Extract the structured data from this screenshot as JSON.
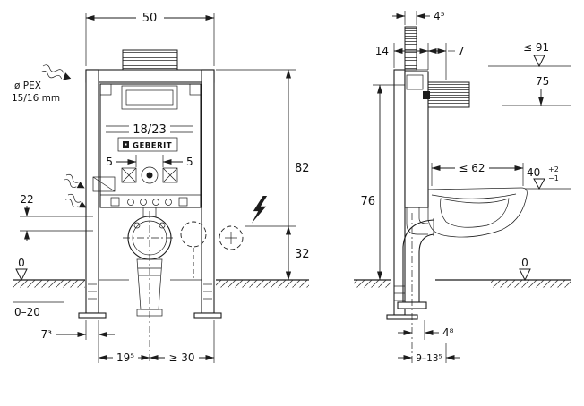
{
  "figure": {
    "kind": "technical installation drawing",
    "unit_hint": "cm",
    "brand": "GEBERIT"
  },
  "front_view": {
    "frame_width": "50",
    "supply_label_1": "ø PEX",
    "supply_label_2": "15/16 mm",
    "cistern_marking": "18/23",
    "brand": "GEBERIT",
    "fixing_offset_left": "5",
    "fixing_offset_right": "5",
    "supply_height": "22",
    "level_zero": "0",
    "floor_buildup_range": "0–20",
    "rail_width": "7³",
    "outlet_offset": "19⁵",
    "min_clearance": "≥ 30",
    "frame_height": "82",
    "outlet_height": "32"
  },
  "side_view": {
    "wall_thickness": "4⁵",
    "frame_depth": "14",
    "cover_depth": "7",
    "actuation_max_height": "≤ 91",
    "actuation_height": "75",
    "frame_height": "76",
    "bowl_depth_max": "≤ 62",
    "seat_height": "40",
    "seat_tol_plus": "+2",
    "seat_tol_minus": "−1",
    "level_zero": "0",
    "outlet_wall_offset": "4⁸",
    "outlet_range": "9–13⁵"
  }
}
